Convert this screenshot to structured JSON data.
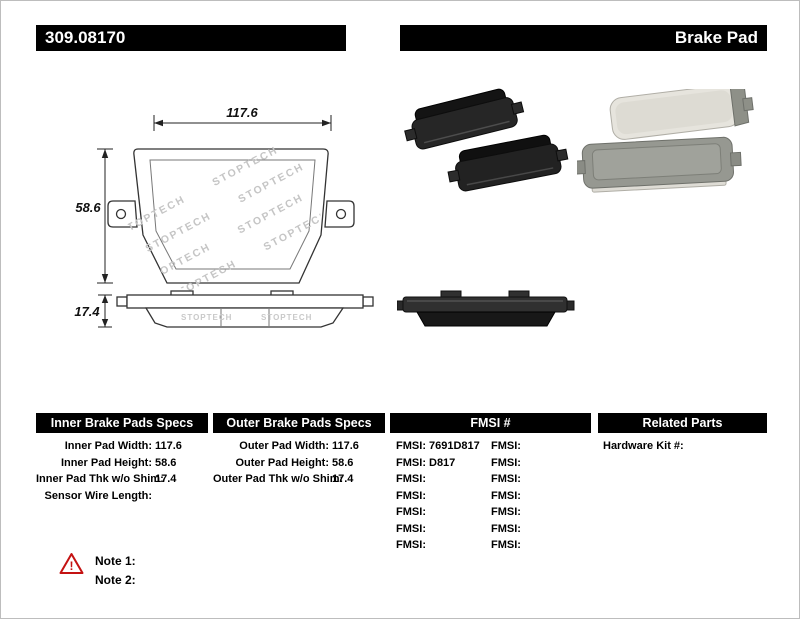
{
  "page": {
    "part_number": "309.08170",
    "product_title": "Brake Pad"
  },
  "drawing": {
    "front": {
      "width_dim": "117.6",
      "height_dim": "58.6",
      "watermark": "STOPTECH"
    },
    "side": {
      "thickness_dim": "17.4",
      "watermark": "STOPTECH"
    }
  },
  "spec_tables": {
    "inner": {
      "title": "Inner Brake Pads Specs",
      "rows": [
        {
          "label": "Inner Pad Width:",
          "value": "117.6"
        },
        {
          "label": "Inner Pad Height:",
          "value": "58.6"
        },
        {
          "label": "Inner Pad Thk w/o Shim:",
          "value": "17.4"
        },
        {
          "label": "Sensor Wire Length:",
          "value": ""
        }
      ]
    },
    "outer": {
      "title": "Outer Brake Pads Specs",
      "rows": [
        {
          "label": "Outer Pad Width:",
          "value": "117.6"
        },
        {
          "label": "Outer Pad Height:",
          "value": "58.6"
        },
        {
          "label": "Outer Pad Thk w/o Shim:",
          "value": "17.4"
        }
      ]
    },
    "fmsi": {
      "title": "FMSI #",
      "col1": [
        {
          "label": "FMSI:",
          "value": "7691D817"
        },
        {
          "label": "FMSI:",
          "value": "D817"
        },
        {
          "label": "FMSI:",
          "value": ""
        },
        {
          "label": "FMSI:",
          "value": ""
        },
        {
          "label": "FMSI:",
          "value": ""
        },
        {
          "label": "FMSI:",
          "value": ""
        },
        {
          "label": "FMSI:",
          "value": ""
        }
      ],
      "col2": [
        {
          "label": "FMSI:",
          "value": ""
        },
        {
          "label": "FMSI:",
          "value": ""
        },
        {
          "label": "FMSI:",
          "value": ""
        },
        {
          "label": "FMSI:",
          "value": ""
        },
        {
          "label": "FMSI:",
          "value": ""
        },
        {
          "label": "FMSI:",
          "value": ""
        },
        {
          "label": "FMSI:",
          "value": ""
        }
      ]
    },
    "related": {
      "title": "Related Parts",
      "rows": [
        {
          "label": "Hardware Kit #:",
          "value": ""
        }
      ]
    }
  },
  "notes": {
    "items": [
      {
        "label": "Note 1:"
      },
      {
        "label": "Note 2:"
      }
    ]
  },
  "colors": {
    "header_bg": "#000000",
    "header_text": "#ffffff",
    "warning_red": "#c41212"
  }
}
